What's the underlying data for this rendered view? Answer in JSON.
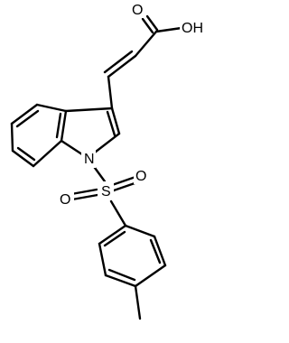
{
  "molecule": {
    "atoms": {
      "O1": "O",
      "OH": "OH",
      "N": "N",
      "S": "S",
      "O2": "O",
      "O3": "O"
    }
  }
}
